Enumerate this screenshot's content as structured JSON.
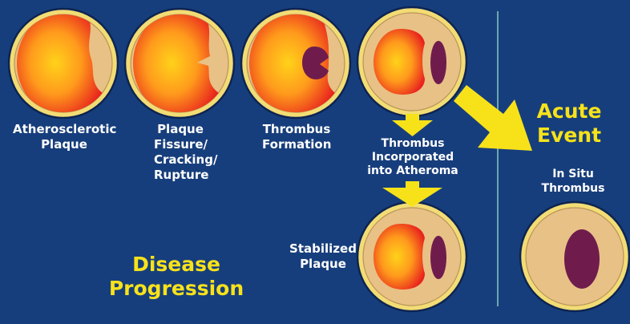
{
  "stages": {
    "atherosclerotic_plaque": "Atherosclerotic Plaque",
    "plaque_rupture": "Plaque Fissure/ Cracking/ Rupture",
    "thrombus_formation": "Thrombus Formation",
    "thrombus_incorporated": "Thrombus Incorporated into Atheroma",
    "stabilized_plaque": "Stabilized Plaque",
    "in_situ_thrombus": "In Situ Thrombus"
  },
  "headings": {
    "disease_progression": "Disease Progression",
    "acute_event": "Acute Event"
  },
  "colors": {
    "background": "#173e7c",
    "vessel_wall": "#f2dc74",
    "lumen": "#e8c186",
    "plaque_core": "#ffd21a",
    "plaque_edge": "#e8231d",
    "thrombus": "#6f1c4d",
    "arrow": "#f7e21a",
    "heading": "#f7e21a",
    "divider": "#6aa8ae"
  },
  "icons": {
    "arrow": "down-arrow-icon",
    "diagonal_arrow": "diagonal-arrow-icon"
  }
}
